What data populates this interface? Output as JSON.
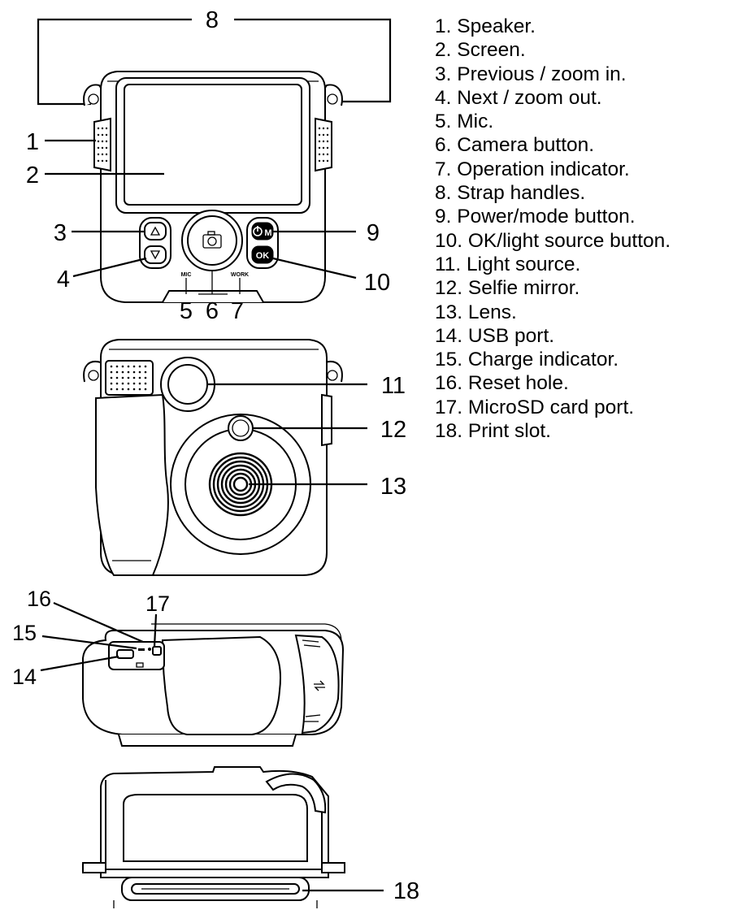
{
  "legend": [
    "1. Speaker.",
    "2. Screen.",
    "3. Previous / zoom in.",
    "4. Next / zoom out.",
    "5. Mic.",
    "6. Camera button.",
    "7. Operation indicator.",
    "8. Strap handles.",
    "9. Power/mode button.",
    "10. OK/light source button.",
    "11. Light source.",
    "12. Selfie mirror.",
    "13. Lens.",
    "14. USB port.",
    "15. Charge indicator.",
    "16. Reset hole.",
    "17. MicroSD card port.",
    "18. Print slot."
  ],
  "callouts": {
    "n1": "1",
    "n2": "2",
    "n3": "3",
    "n4": "4",
    "n5": "5",
    "n6": "6",
    "n7": "7",
    "n8": "8",
    "n9": "9",
    "n10": "10",
    "n11": "11",
    "n12": "12",
    "n13": "13",
    "n14": "14",
    "n15": "15",
    "n16": "16",
    "n17": "17",
    "n18": "18"
  },
  "printed_marks": {
    "mic": "MIC",
    "work": "WORK",
    "ok": "OK",
    "mode": "M"
  }
}
